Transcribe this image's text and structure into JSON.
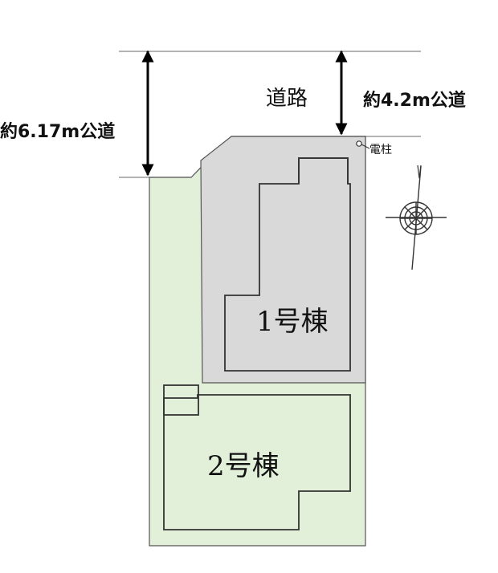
{
  "labels": {
    "left_road": "約6.17m公道",
    "road": "道路",
    "right_road": "約4.2m公道",
    "utility_pole": "電柱",
    "building_1": "1号棟",
    "building_2": "2号棟"
  },
  "colors": {
    "lot_1_fill": "#d9d9d9",
    "lot_2_fill": "#e2efd9",
    "building_fill": "#d9d9d9",
    "outline": "#333333",
    "arrow": "#000000"
  },
  "icons": {
    "compass": "north-compass-icon",
    "pole": "utility-pole-marker-icon"
  }
}
